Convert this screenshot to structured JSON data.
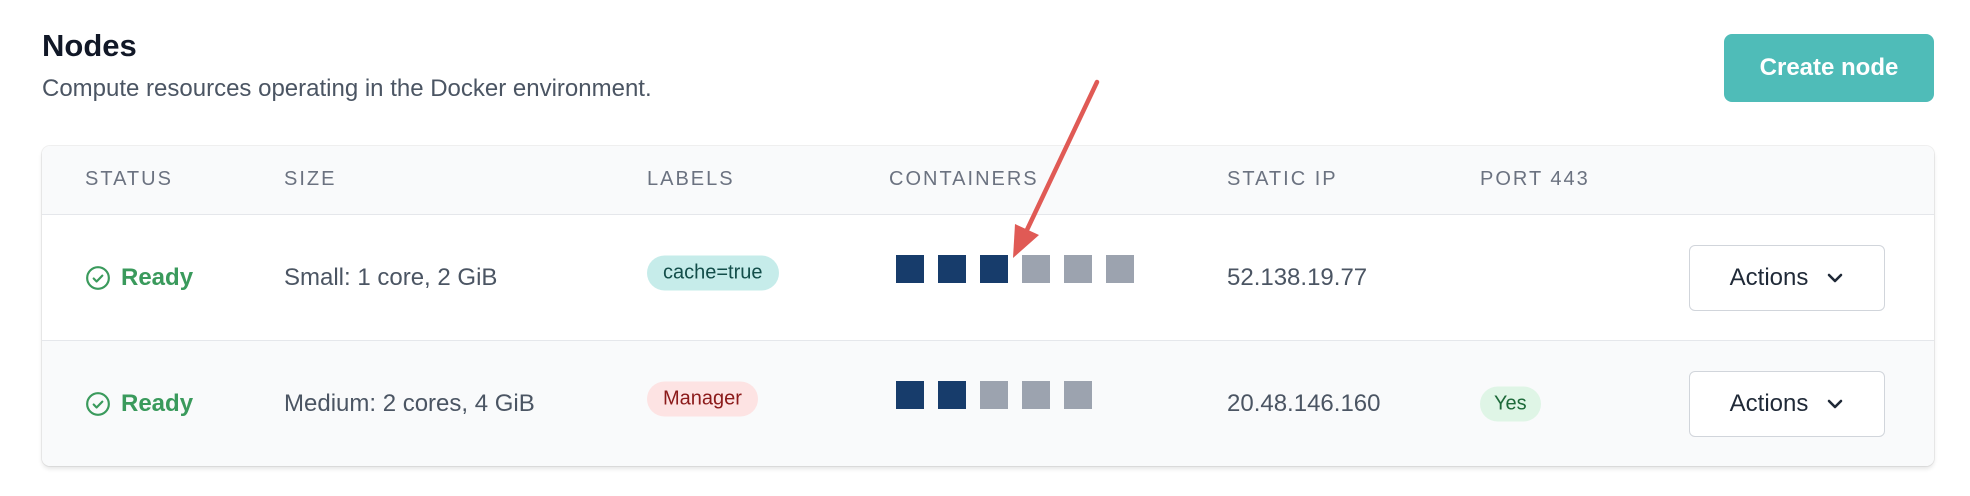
{
  "header": {
    "title": "Nodes",
    "subtitle": "Compute resources operating in the Docker environment.",
    "create_label": "Create node"
  },
  "table": {
    "columns": {
      "status": "Status",
      "size": "Size",
      "labels": "Labels",
      "containers": "Containers",
      "static_ip": "Static IP",
      "port": "Port 443"
    },
    "rows": [
      {
        "status": "Ready",
        "size": "Small: 1 core, 2 GiB",
        "label": "cache=true",
        "containers_used": 3,
        "containers_total": 6,
        "static_ip": "52.138.19.77",
        "port": "",
        "actions_label": "Actions"
      },
      {
        "status": "Ready",
        "size": "Medium: 2 cores, 4 GiB",
        "label": "Manager",
        "containers_used": 2,
        "containers_total": 5,
        "static_ip": "20.48.146.160",
        "port": "Yes",
        "actions_label": "Actions"
      }
    ]
  },
  "colors": {
    "accent": "#4fbcb8",
    "ready": "#3a9a5c",
    "container_used": "#173c6b",
    "container_free": "#9ca3af",
    "annotation_arrow": "#e05a55"
  },
  "icons": {
    "status": "check-circle-icon",
    "actions": "chevron-down-icon",
    "annotation": "arrow-icon"
  }
}
